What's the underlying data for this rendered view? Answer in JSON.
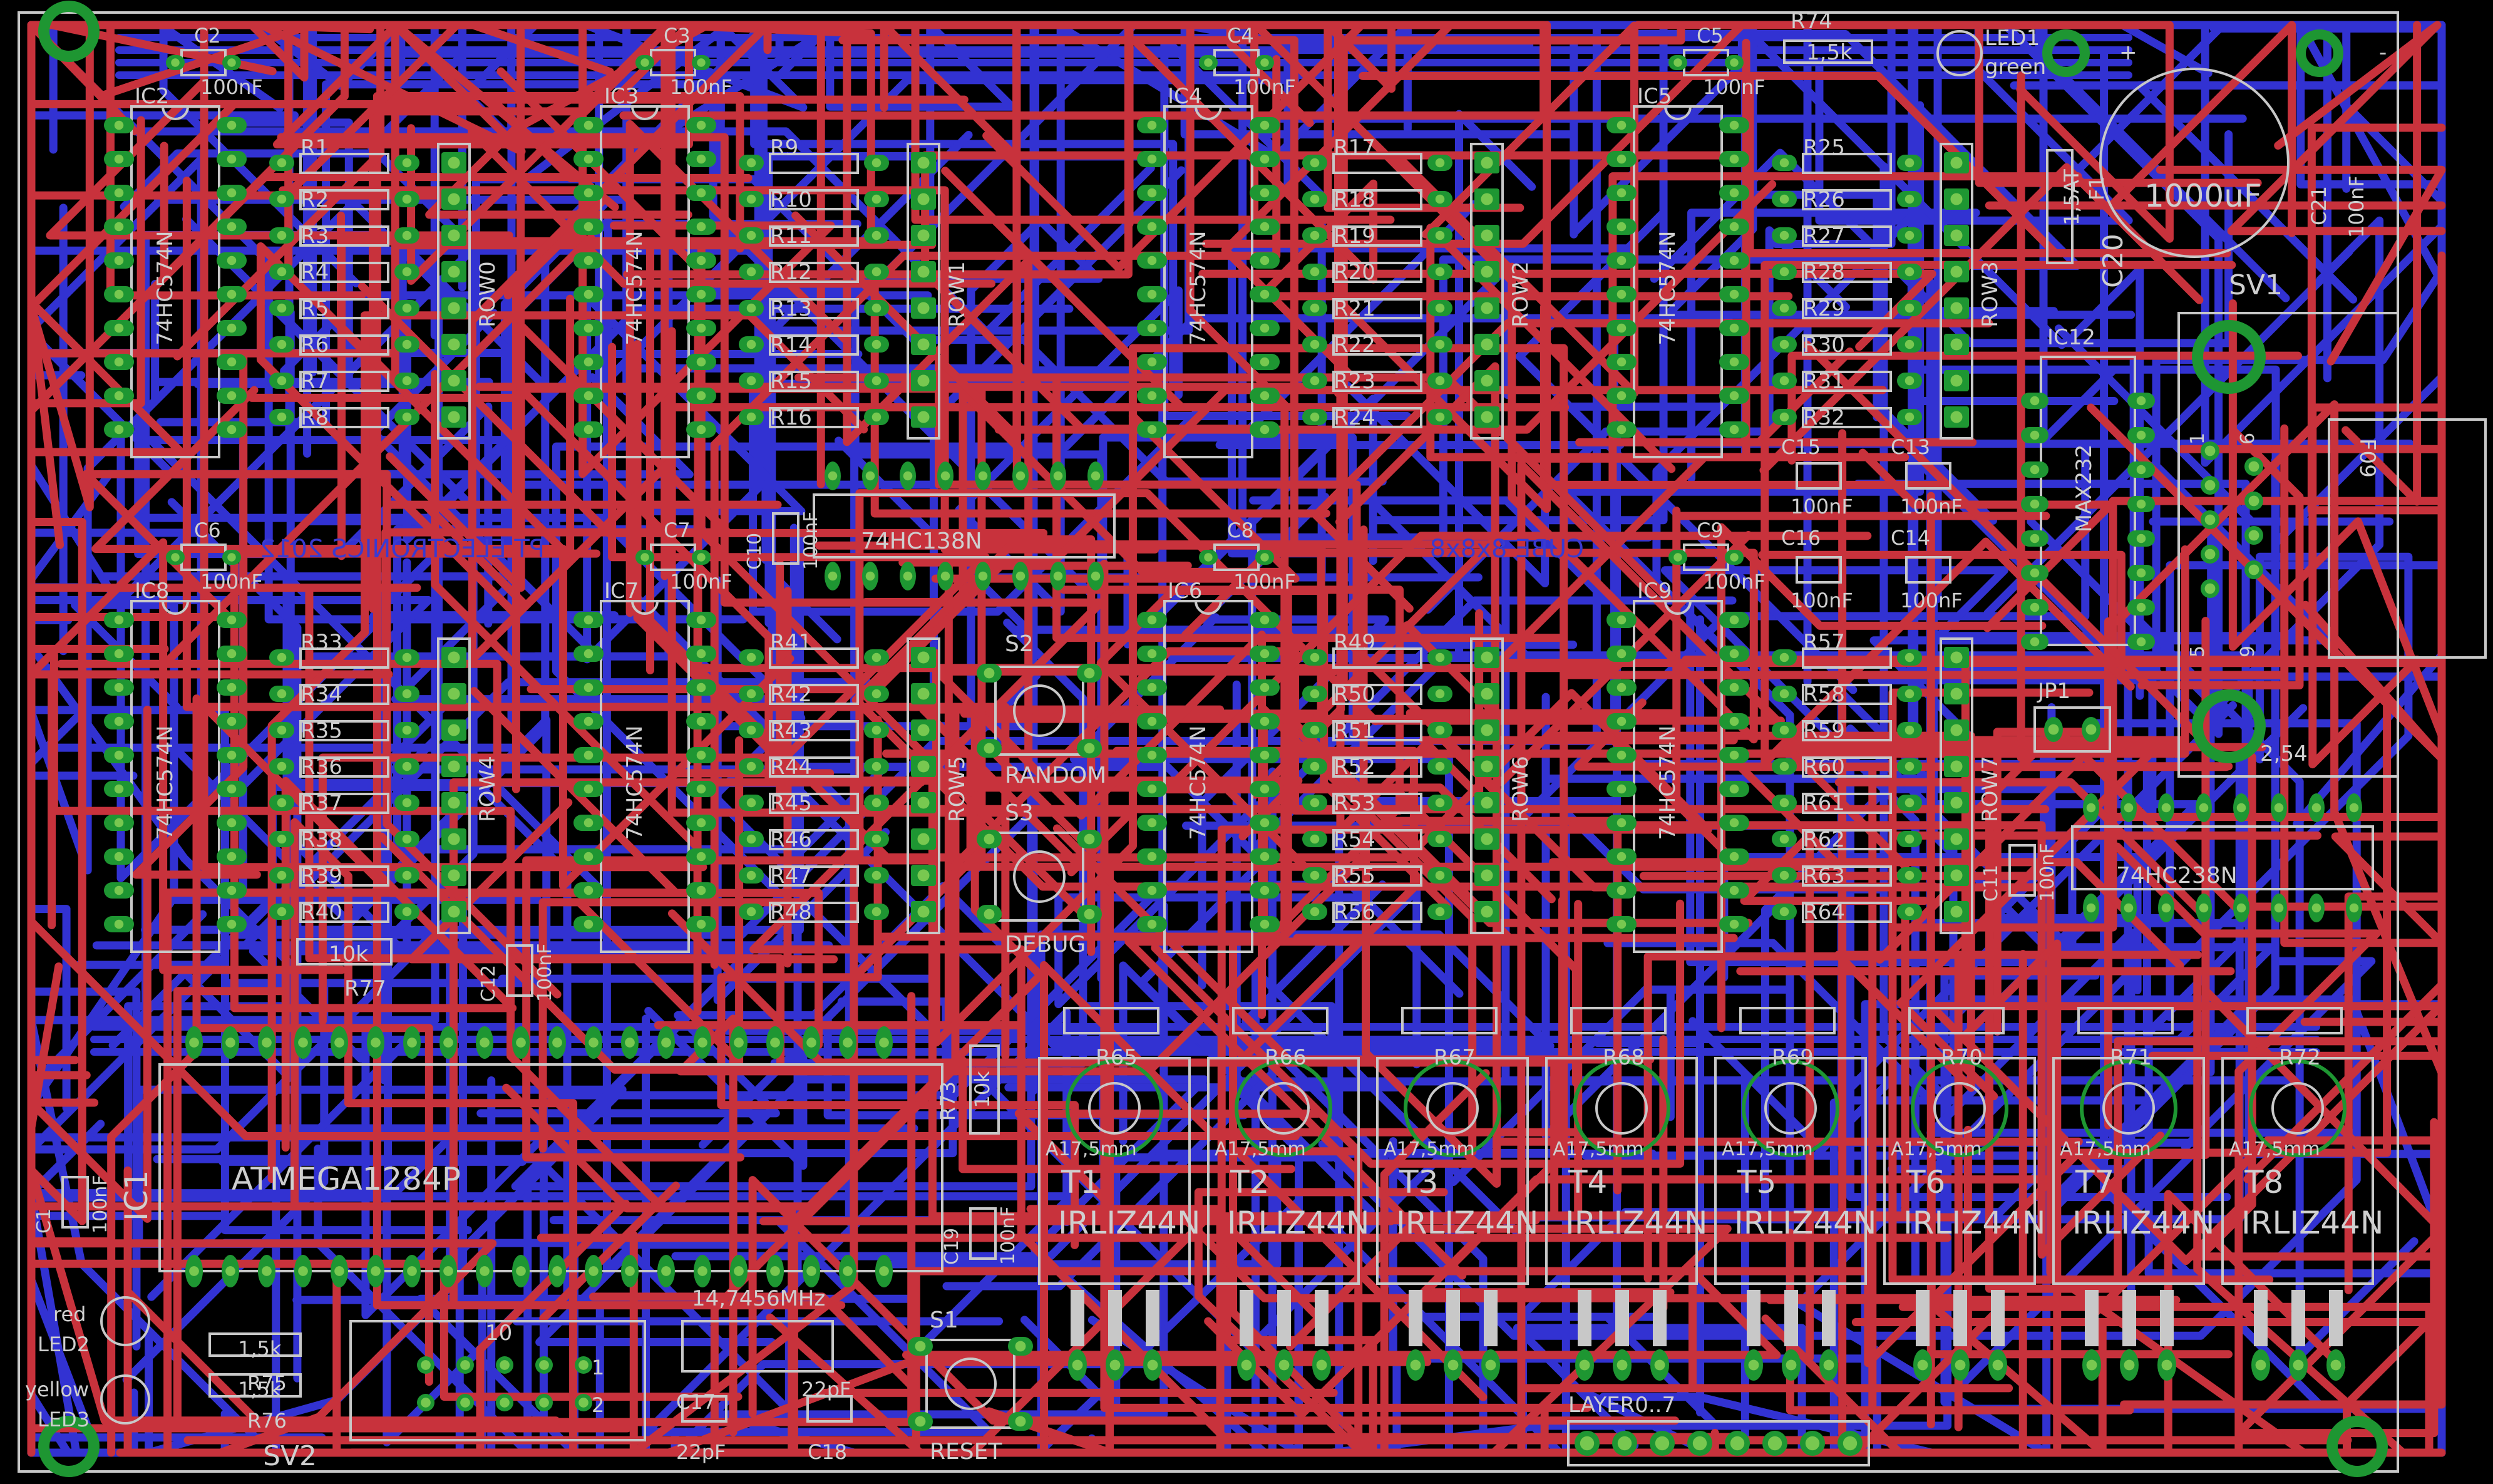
{
  "colors": {
    "background": "#000000",
    "outline": "#c8c8c8",
    "top_trace": "#c8323c",
    "bottom_trace": "#3232d2",
    "pad": "#1e9632",
    "pad_hole": "#78c850",
    "text": "#cfcfcf",
    "blue_text": "#3a3ad0"
  },
  "components": {
    "caps": [
      {
        "name": "C2",
        "value": "100nF"
      },
      {
        "name": "C3",
        "value": "100nF"
      },
      {
        "name": "C4",
        "value": "100nF"
      },
      {
        "name": "C5",
        "value": "100nF"
      },
      {
        "name": "C6",
        "value": "100nF"
      },
      {
        "name": "C7",
        "value": "100nF"
      },
      {
        "name": "C8",
        "value": "100nF"
      },
      {
        "name": "C9",
        "value": "100nF"
      },
      {
        "name": "C10",
        "value": "100nF"
      },
      {
        "name": "C12",
        "value": "100nF"
      },
      {
        "name": "C13",
        "value": "100nF"
      },
      {
        "name": "C14",
        "value": "100nF"
      },
      {
        "name": "C15",
        "value": "100nF"
      },
      {
        "name": "C16",
        "value": "100nF"
      },
      {
        "name": "C11",
        "value": "100nF"
      },
      {
        "name": "C1",
        "value": "100nF"
      },
      {
        "name": "C19",
        "value": "100nF"
      },
      {
        "name": "C21",
        "value": "100nF"
      }
    ],
    "ics": [
      {
        "name": "IC2",
        "part": "74HC574N"
      },
      {
        "name": "IC3",
        "part": "74HC574N"
      },
      {
        "name": "IC4",
        "part": "74HC574N"
      },
      {
        "name": "IC5",
        "part": "74HC574N"
      },
      {
        "name": "IC6",
        "part": "74HC574N"
      },
      {
        "name": "IC7",
        "part": "74HC574N"
      },
      {
        "name": "IC8",
        "part": "74HC574N"
      },
      {
        "name": "IC9",
        "part": "74HC574N"
      },
      {
        "name": "IC12",
        "part": "MAX232"
      },
      {
        "name": "IC1",
        "part": "ATMEGA1284P"
      }
    ],
    "rows": [
      "ROW0",
      "ROW1",
      "ROW2",
      "ROW3",
      "ROW4",
      "ROW5",
      "ROW6",
      "ROW7"
    ],
    "resistor_groups": [
      [
        "R1",
        "R2",
        "R3",
        "R4",
        "R5",
        "R6",
        "R7",
        "R8"
      ],
      [
        "R9",
        "R10",
        "R11",
        "R12",
        "R13",
        "R14",
        "R15",
        "R16"
      ],
      [
        "R17",
        "R18",
        "R19",
        "R20",
        "R21",
        "R22",
        "R23",
        "R24"
      ],
      [
        "R25",
        "R26",
        "R27",
        "R28",
        "R29",
        "R30",
        "R31",
        "R32"
      ],
      [
        "R33",
        "R34",
        "R35",
        "R36",
        "R37",
        "R38",
        "R39",
        "R40"
      ],
      [
        "R41",
        "R42",
        "R43",
        "R44",
        "R45",
        "R46",
        "R47",
        "R48"
      ],
      [
        "R49",
        "R50",
        "R51",
        "R52",
        "R53",
        "R54",
        "R55",
        "R56"
      ],
      [
        "R57",
        "R58",
        "R59",
        "R60",
        "R61",
        "R62",
        "R63",
        "R64"
      ]
    ],
    "transistors": [
      {
        "name": "T1",
        "part": "IRLIZ44N",
        "res": "R65"
      },
      {
        "name": "T2",
        "part": "IRLIZ44N",
        "res": "R66"
      },
      {
        "name": "T3",
        "part": "IRLIZ44N",
        "res": "R67"
      },
      {
        "name": "T4",
        "part": "IRLIZ44N",
        "res": "R68"
      },
      {
        "name": "T5",
        "part": "IRLIZ44N",
        "res": "R69"
      },
      {
        "name": "T6",
        "part": "IRLIZ44N",
        "res": "R70"
      },
      {
        "name": "T7",
        "part": "IRLIZ44N",
        "res": "R71"
      },
      {
        "name": "T8",
        "part": "IRLIZ44N",
        "res": "R72"
      }
    ],
    "heatsink_label": "A17,5mm"
  },
  "labels": {
    "decoder1": "74HC138N",
    "decoder2": "74HC238N",
    "mcu": "ATMEGA1284P",
    "ic1": "IC1",
    "ic12": "IC12",
    "ic12_part": "MAX232",
    "s1": "S1",
    "reset": "RESET",
    "s2": "S2",
    "random": "RANDOM",
    "s3": "S3",
    "debug": "DEBUG",
    "crystal": "14,7456MHz",
    "c17": "C17",
    "c17v": "22pF",
    "c18": "C18",
    "c18v": "22pF",
    "led_green_a": "LED1",
    "led_green_b": "green",
    "led_red_a": "red",
    "led_red_b": "LED2",
    "led_yel_a": "yellow",
    "led_yel_b": "LED3",
    "r74": "R74",
    "r74v": "1,5k",
    "r75": "R75",
    "r75v": "1,5k",
    "r76": "R76",
    "r76v": "1,5k",
    "r77": "R77",
    "r77v": "10k",
    "r73": "R73",
    "r73v": "10k",
    "c20": "C20",
    "c20v": "1000uF",
    "f1": "F1",
    "f1v": "1,5AT",
    "sv1": "SV1",
    "sv2": "SV2",
    "sv2_pin10": "10",
    "sv2_pin1": "1",
    "sv2_pin2": "2",
    "jp1": "JP1",
    "f09": "F09",
    "pin1": "1",
    "pin6": "6",
    "pin5": "5",
    "pin9": "9",
    "pitch": "2,54",
    "layer": "LAYER0..7",
    "plus": "+",
    "minus": "-",
    "mirror_brand": "PT ELECTRONICS 2012",
    "mirror_cube": "CUBE 8x8x8"
  }
}
